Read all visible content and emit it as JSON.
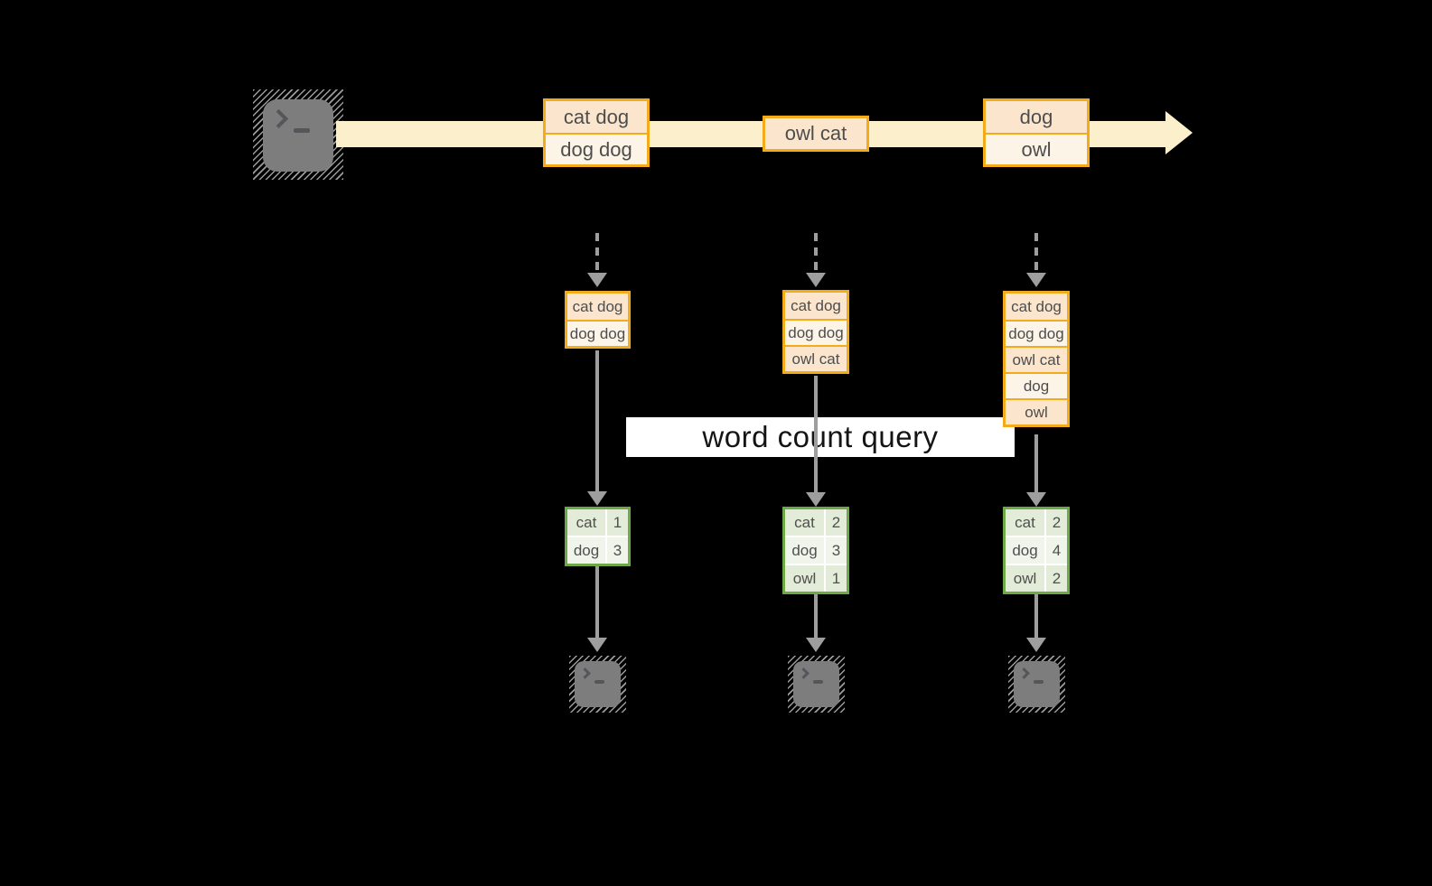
{
  "diagram": {
    "title_hint": "streaming word count query diagram",
    "query_label": "word count query",
    "stream_batches": [
      {
        "lines": [
          "cat dog",
          "dog dog"
        ]
      },
      {
        "lines": [
          "owl cat"
        ]
      },
      {
        "lines": [
          "dog",
          "owl"
        ]
      }
    ],
    "columns": [
      {
        "stack": [
          "cat dog",
          "dog dog"
        ],
        "counts": [
          [
            "cat",
            "1"
          ],
          [
            "dog",
            "3"
          ]
        ]
      },
      {
        "stack": [
          "cat dog",
          "dog dog",
          "owl cat"
        ],
        "counts": [
          [
            "cat",
            "2"
          ],
          [
            "dog",
            "3"
          ],
          [
            "owl",
            "1"
          ]
        ]
      },
      {
        "stack": [
          "cat dog",
          "dog dog",
          "owl cat",
          "dog",
          "owl"
        ],
        "counts": [
          [
            "cat",
            "2"
          ],
          [
            "dog",
            "4"
          ],
          [
            "owl",
            "2"
          ]
        ]
      }
    ],
    "icons": {
      "source": "terminal-icon",
      "sinks": [
        "terminal-icon",
        "terminal-icon",
        "terminal-icon"
      ],
      "prompt_glyph": "chevron-underscore"
    },
    "colors": {
      "background": "#000000",
      "stream_arrow": "#fcf0cc",
      "box_border": "#f3ab19",
      "box_fill_dark": "#fbe6cd",
      "box_fill_light": "#fdf4e8",
      "table_border": "#6fa846",
      "table_fill_dark": "#e3ecd9",
      "table_fill_light": "#eff5eb",
      "arrow_gray": "#9e9e9e",
      "terminal_gray": "#7d7d7d",
      "query_band": "#ffffff"
    }
  }
}
